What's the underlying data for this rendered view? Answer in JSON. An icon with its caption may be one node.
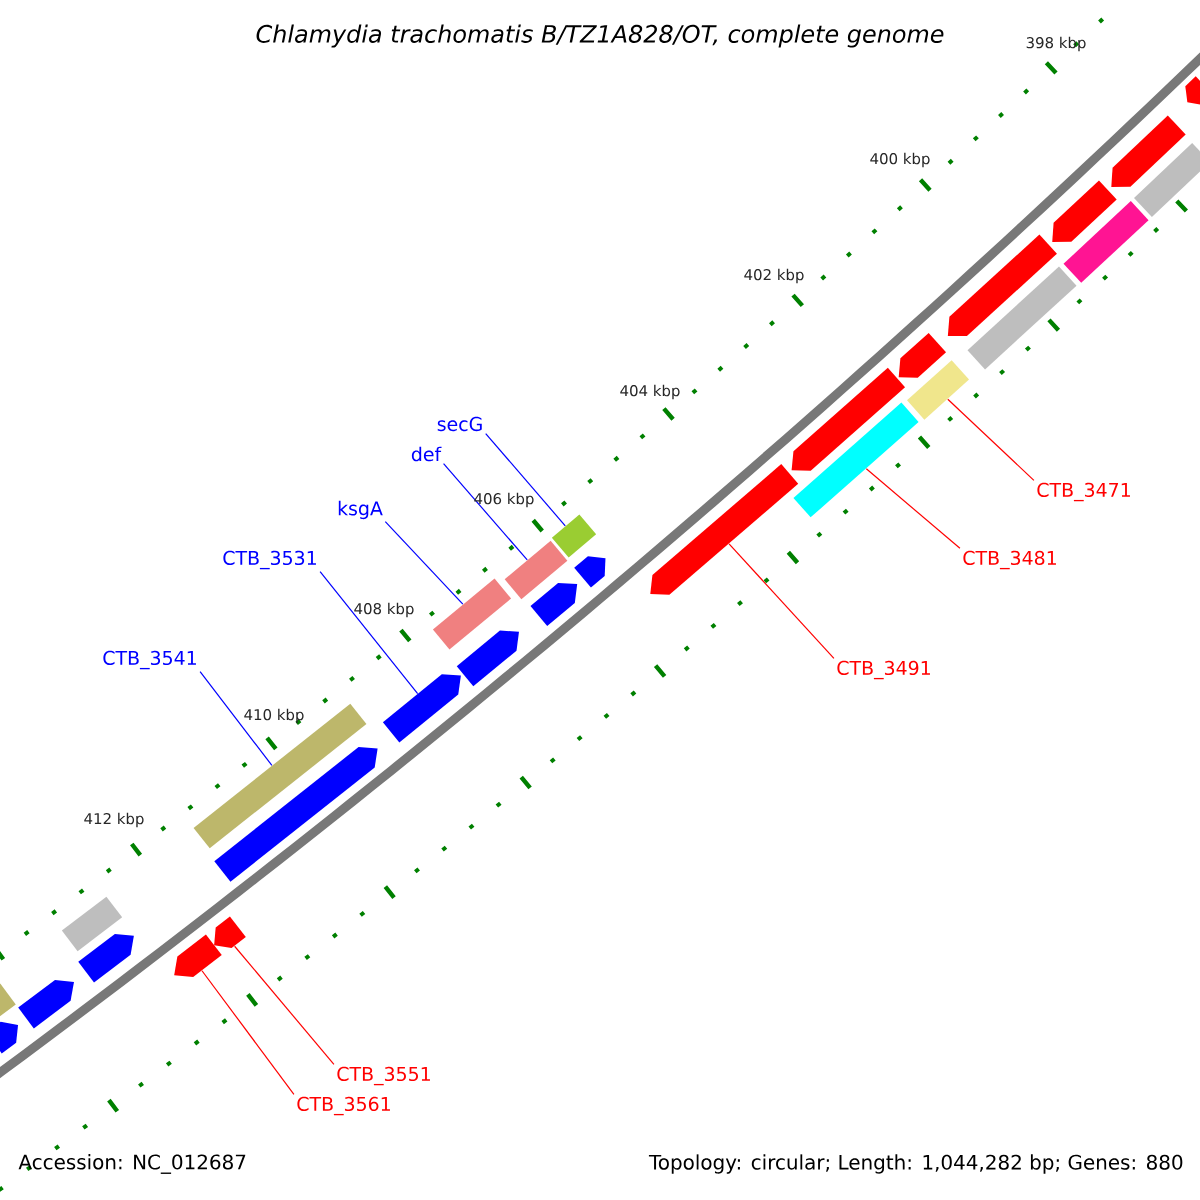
{
  "diagram": {
    "title": "Chlamydia trachomatis B/TZ1A828/OT, complete genome",
    "nodes": [
      {
        "text": [
          "secG"
        ]
      },
      {
        "text": [
          "def"
        ]
      },
      {
        "text": [
          "ksgA"
        ]
      },
      {
        "text": [
          "CTB_3531"
        ]
      },
      {
        "text": [
          "CTB_3541"
        ]
      },
      {
        "text": [
          "CTB_3471"
        ]
      },
      {
        "text": [
          "CTB_3481"
        ]
      },
      {
        "text": [
          "CTB_3491"
        ]
      },
      {
        "text": [
          "CTB_3551"
        ]
      },
      {
        "text": [
          "CTB_3561"
        ]
      },
      {
        "text": [],
        "shape": "box"
      },
      {
        "text": [],
        "shape": "arrow"
      },
      {
        "text": [],
        "shape": "arrow"
      },
      {
        "text": [],
        "shape": "box"
      },
      {
        "text": [],
        "shape": "arrow"
      },
      {
        "text": [],
        "shape": "arrow"
      },
      {
        "text": [],
        "shape": "arrow"
      },
      {
        "text": [],
        "shape": "box"
      },
      {
        "text": [],
        "shape": "arrow"
      },
      {
        "text": [],
        "shape": "arrow"
      },
      {
        "text": [],
        "shape": "box"
      },
      {
        "text": [],
        "shape": "arrow"
      },
      {
        "text": [],
        "shape": "box"
      },
      {
        "text": [],
        "shape": "arrow"
      },
      {
        "text": [],
        "shape": "box"
      },
      {
        "text": [],
        "shape": "arrow"
      },
      {
        "text": [],
        "shape": "arrow"
      },
      {
        "text": [],
        "shape": "arrow"
      },
      {
        "text": [],
        "shape": "box"
      },
      {
        "text": [],
        "shape": "arrow"
      },
      {
        "text": [],
        "shape": "box"
      },
      {
        "text": [],
        "shape": "arrow"
      },
      {
        "text": [],
        "shape": "box"
      },
      {
        "text": [],
        "shape": "arrow"
      },
      {
        "text": [],
        "shape": "box"
      },
      {
        "text": [],
        "shape": "arrow"
      },
      {
        "text": [],
        "shape": "box"
      },
      {
        "text": [],
        "shape": "arrow"
      }
    ],
    "edges": [
      {
        "from": 0,
        "to": 24,
        "arrow": "none",
        "color": "#0000ff"
      },
      {
        "from": 1,
        "to": 22,
        "arrow": "none",
        "color": "#0000ff"
      },
      {
        "from": 2,
        "to": 20,
        "arrow": "none",
        "color": "#0000ff"
      },
      {
        "from": 3,
        "to": 19,
        "arrow": "none",
        "color": "#0000ff"
      },
      {
        "from": 4,
        "to": 17,
        "arrow": "none",
        "color": "#0000ff"
      },
      {
        "from": 5,
        "to": 30,
        "arrow": "none",
        "color": "#ff0000"
      },
      {
        "from": 6,
        "to": 28,
        "arrow": "none",
        "color": "#ff0000"
      },
      {
        "from": 7,
        "to": 26,
        "arrow": "none",
        "color": "#ff0000"
      },
      {
        "from": 8,
        "to": 16,
        "arrow": "none",
        "color": "#ff0000"
      },
      {
        "from": 9,
        "to": 15,
        "arrow": "none",
        "color": "#ff0000"
      }
    ],
    "labels": [
      "398 kbp",
      "400 kbp",
      "402 kbp",
      "404 kbp",
      "406 kbp",
      "408 kbp",
      "410 kbp",
      "412 kbp",
      "Accession: NC_012687",
      "Topology: circular; Length: 1,044,282 bp; Genes: 880"
    ]
  }
}
